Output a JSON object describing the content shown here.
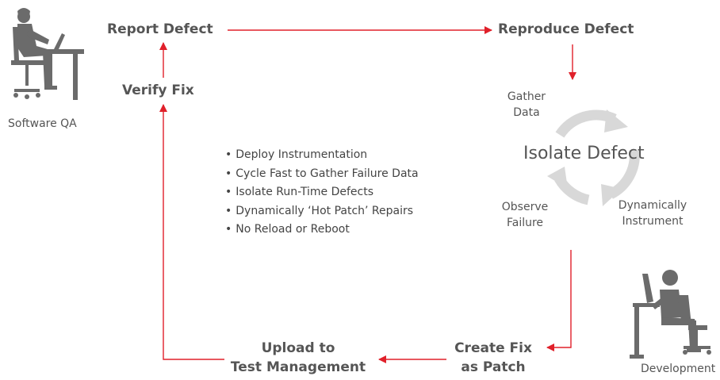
{
  "steps": {
    "report_defect": "Report Defect",
    "reproduce_defect": "Reproduce Defect",
    "verify_fix": "Verify Fix",
    "upload_line1": "Upload to",
    "upload_line2": "Test Management",
    "create_fix_line1": "Create Fix",
    "create_fix_line2": "as Patch"
  },
  "cycle": {
    "title": "Isolate Defect",
    "gather_line1": "Gather",
    "gather_line2": "Data",
    "observe_line1": "Observe",
    "observe_line2": "Failure",
    "instrument_line1": "Dynamically",
    "instrument_line2": "Instrument"
  },
  "roles": {
    "qa": "Software QA",
    "dev": "Development"
  },
  "bullets": [
    "Deploy Instrumentation",
    "Cycle Fast to Gather Failure Data",
    "Isolate Run-Time Defects",
    "Dynamically ‘Hot Patch’ Repairs",
    "No Reload or Reboot"
  ],
  "colors": {
    "arrow": "#e0202a",
    "cycle": "#d8d8d8",
    "figure": "#6b6b6b"
  },
  "icons": {
    "qa_figure": "seated-woman-at-desk-icon",
    "dev_figure": "seated-man-at-monitor-icon",
    "cycle": "circular-arrows-icon"
  }
}
